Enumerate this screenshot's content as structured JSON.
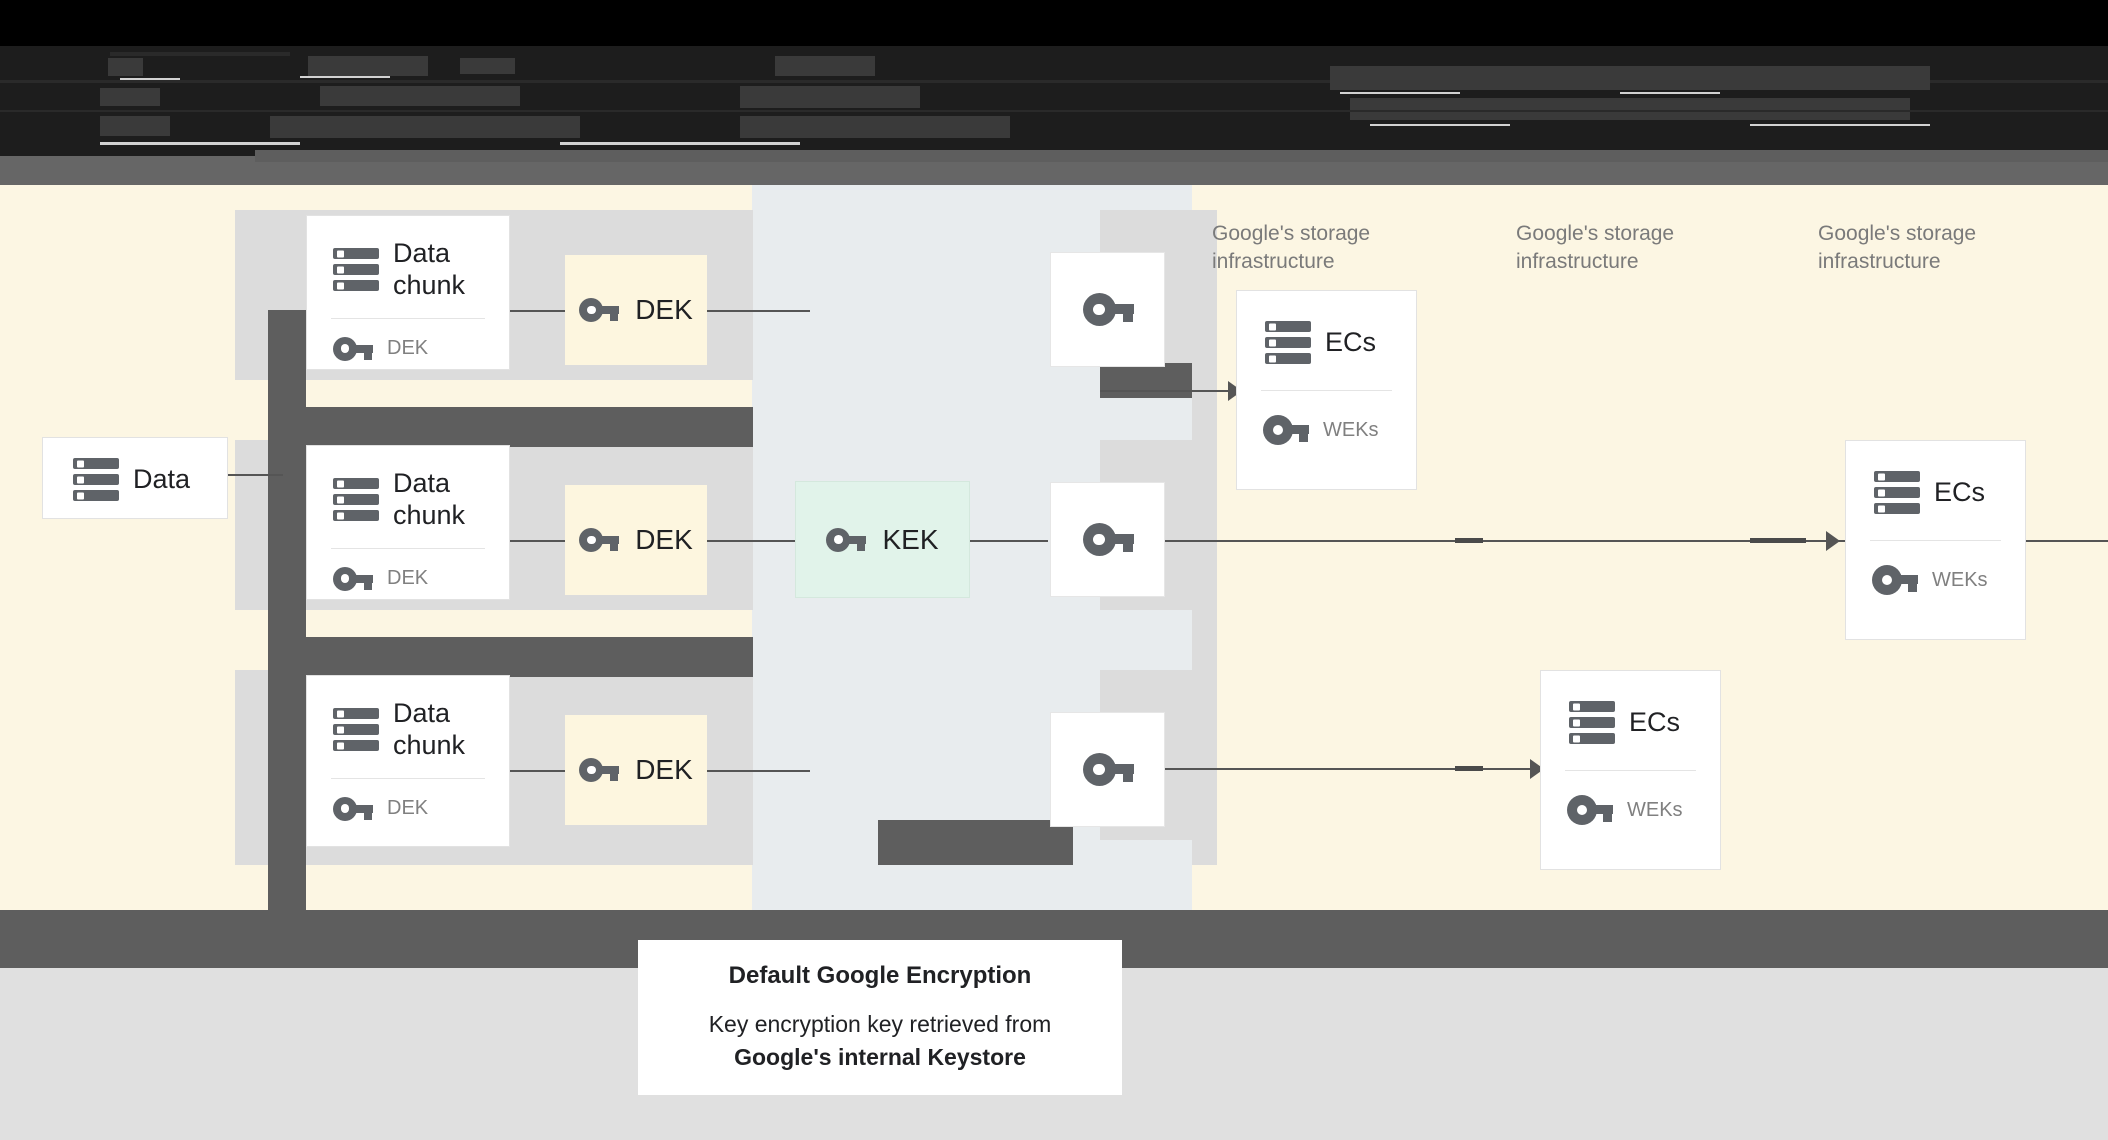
{
  "page": {
    "background_color": "#e0e0e0",
    "canvas_cream": "#fcf6e3",
    "canvas_blue": "#e8ecee",
    "band_grey": "#dcdcdc",
    "bar_dark": "#5e5e5e",
    "accent_dek": "#fdf6df",
    "accent_kek": "#e1f3ea"
  },
  "top_banner": {
    "state": "obscured",
    "note": "dark banner with illegible/redacted text"
  },
  "diagram": {
    "source": {
      "title": "Data",
      "icon": "server-stack-icon"
    },
    "chunks": [
      {
        "title": "Data chunk",
        "key_label": "DEK",
        "icon": "server-stack-icon",
        "key_icon": "key-icon"
      },
      {
        "title": "Data chunk",
        "key_label": "DEK",
        "icon": "server-stack-icon",
        "key_icon": "key-icon"
      },
      {
        "title": "Data chunk",
        "key_label": "DEK",
        "icon": "server-stack-icon",
        "key_icon": "key-icon"
      }
    ],
    "deks": [
      {
        "label": "DEK",
        "icon": "key-icon"
      },
      {
        "label": "DEK",
        "icon": "key-icon"
      },
      {
        "label": "DEK",
        "icon": "key-icon"
      }
    ],
    "kek": {
      "label": "KEK",
      "icon": "key-icon"
    },
    "wrapped_keys": [
      {
        "icon": "key-icon"
      },
      {
        "icon": "key-icon"
      },
      {
        "icon": "key-icon"
      }
    ],
    "storage_sections": [
      {
        "label": "Google's storage infrastructure"
      },
      {
        "label": "Google's storage infrastructure"
      },
      {
        "label": "Google's storage infrastructure"
      }
    ],
    "ec_cards": [
      {
        "title": "ECs",
        "key_label": "WEKs",
        "icon": "server-stack-icon",
        "key_icon": "key-icon"
      },
      {
        "title": "ECs",
        "key_label": "WEKs",
        "icon": "server-stack-icon",
        "key_icon": "key-icon"
      },
      {
        "title": "ECs",
        "key_label": "WEKs",
        "icon": "server-stack-icon",
        "key_icon": "key-icon"
      }
    ]
  },
  "caption": {
    "title": "Default Google Encryption",
    "line1": "Key encryption key retrieved from",
    "line2": "Google's internal Keystore"
  }
}
